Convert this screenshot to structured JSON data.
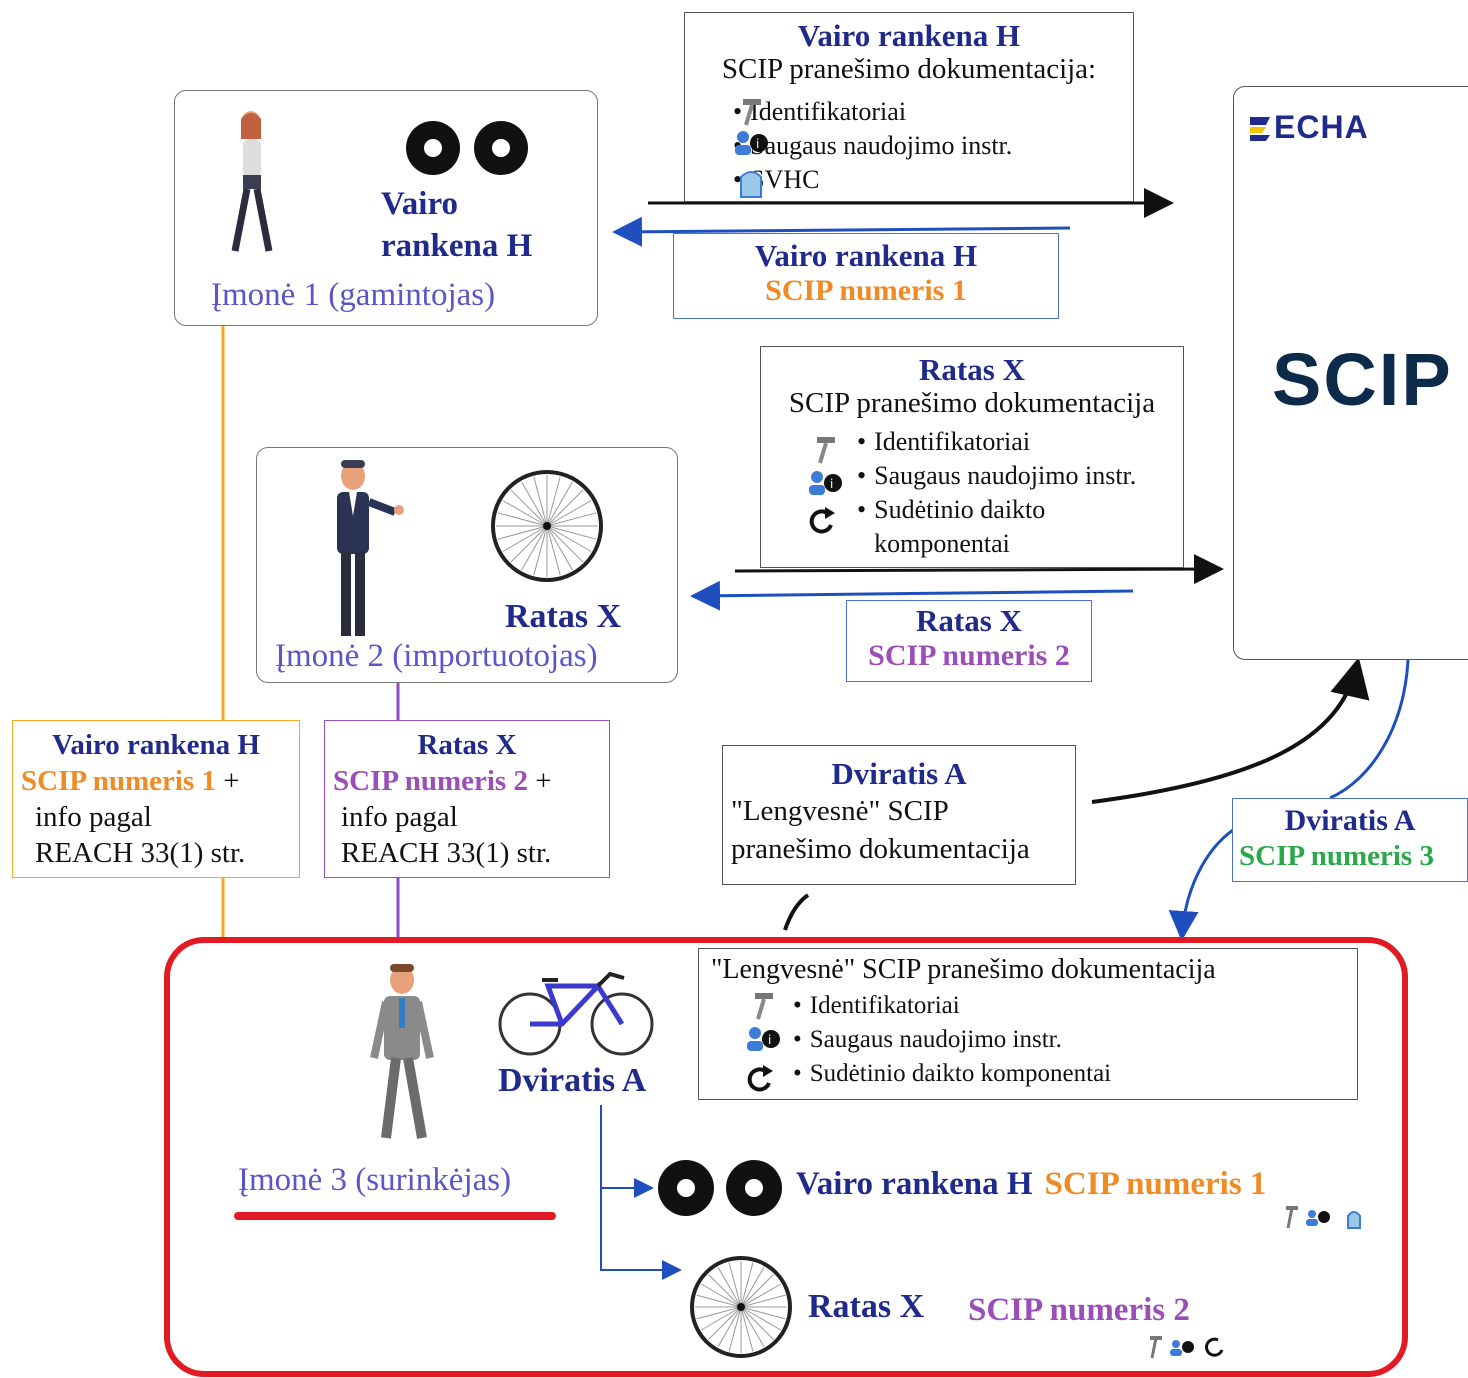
{
  "company1": {
    "product": "Vairo rankena H",
    "product_line1": "Vairo",
    "product_line2": "rankena H",
    "label": "Įmonė 1 (gamintojas)"
  },
  "doc1": {
    "title": "Vairo rankena H",
    "subtitle": "SCIP pranešimo dokumentacija:",
    "items": [
      "Identifikatoriai",
      "Saugaus naudojimo instr.",
      "SVHC"
    ]
  },
  "resp1": {
    "title": "Vairo rankena H",
    "scip": "SCIP numeris 1"
  },
  "company2": {
    "product": "Ratas X",
    "label": "Įmonė 2 (importuotojas)"
  },
  "doc2": {
    "title": "Ratas X",
    "subtitle": "SCIP pranešimo dokumentacija",
    "items": [
      "Identifikatoriai",
      "Saugaus naudojimo instr.",
      "Sudėtinio daikto",
      "komponentai"
    ]
  },
  "resp2": {
    "title": "Ratas X",
    "scip": "SCIP numeris 2"
  },
  "echa": {
    "logo": "ECHA",
    "scip_logo": "SCIP"
  },
  "info1": {
    "title": "Vairo rankena H",
    "scip": "SCIP numeris 1",
    "plus": "+",
    "line2": "info pagal",
    "line3": "REACH 33(1) str."
  },
  "info2": {
    "title": "Ratas X",
    "scip": "SCIP numeris 2",
    "plus": "+",
    "line2": "info pagal",
    "line3": "REACH 33(1) str."
  },
  "doc3": {
    "title": "Dviratis A",
    "line1": "\"Lengvesnė\" SCIP",
    "line2": "pranešimo dokumentacija"
  },
  "resp3": {
    "title": "Dviratis A",
    "scip": "SCIP numeris 3"
  },
  "company3": {
    "product": "Dviratis A",
    "label": "Įmonė 3 (surinkėjas)",
    "doc_title": "\"Lengvesnė\" SCIP pranešimo dokumentacija",
    "doc_items": [
      "Identifikatoriai",
      "Saugaus naudojimo instr.",
      "Sudėtinio daikto komponentai"
    ],
    "comp1_name": "Vairo rankena H",
    "comp1_scip": "SCIP numeris 1",
    "comp2_name": "Ratas X",
    "comp2_scip": "SCIP numeris 2"
  },
  "colors": {
    "navy": "#1f2a8a",
    "orange": "#f08a24",
    "purple": "#9b4db8",
    "green": "#2aa84a",
    "red": "#e01b24",
    "blue_arrow": "#1f4fbf"
  }
}
